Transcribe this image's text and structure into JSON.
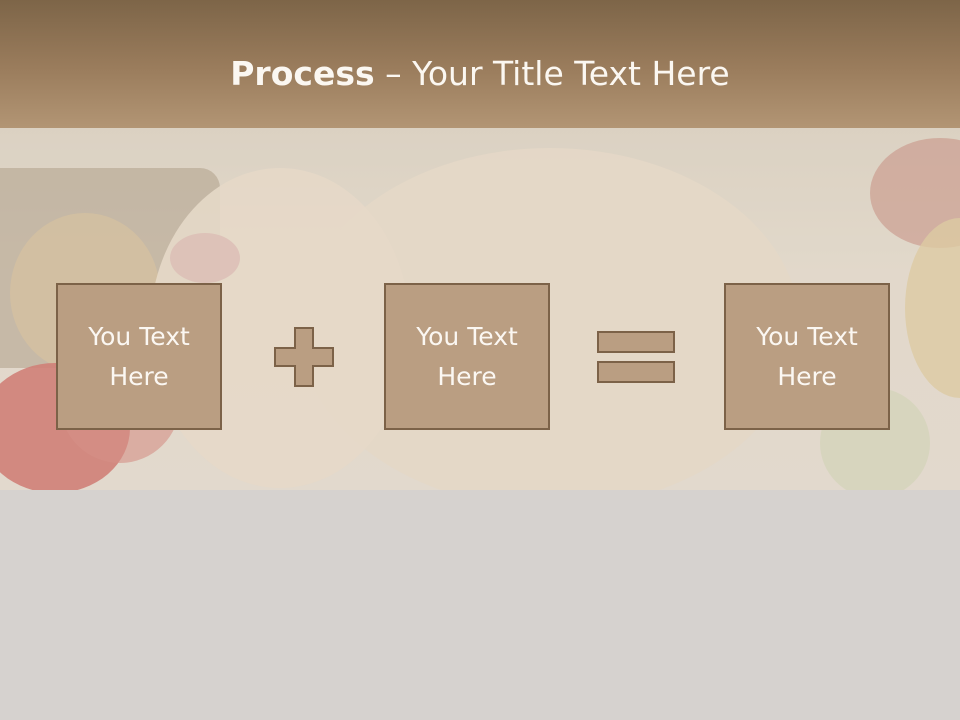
{
  "title": {
    "bold": "Process",
    "rest": " – Your Title Text Here"
  },
  "boxes": [
    {
      "text": "You Text Here"
    },
    {
      "text": "You Text Here"
    },
    {
      "text": "You Text Here"
    }
  ],
  "operators": [
    "plus-icon",
    "equals-icon"
  ],
  "colors": {
    "title_bar": "#8c7151",
    "box_fill": "#ba9e82",
    "box_border": "#7c6248",
    "background": "#d6d2cf"
  }
}
